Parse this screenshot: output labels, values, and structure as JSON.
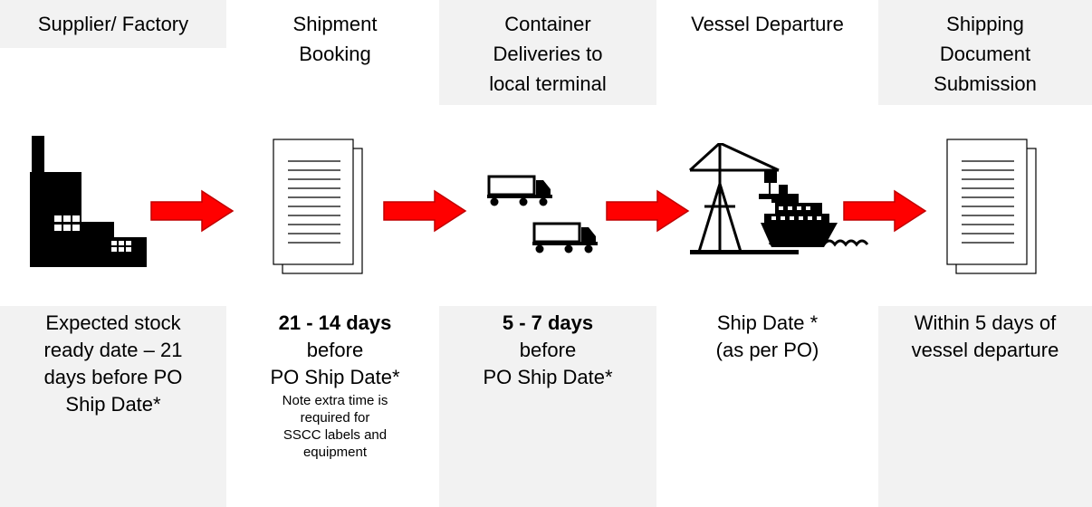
{
  "stages": [
    {
      "header": "Supplier/ Factory",
      "icon": "factory-icon",
      "body": [
        "Expected stock",
        "ready date – 21",
        "days before PO",
        "Ship Date*"
      ]
    },
    {
      "header_lines": [
        "Shipment",
        "Booking"
      ],
      "icon": "documents-icon",
      "body_bold": "21 - 14 days",
      "body": [
        "before",
        "PO Ship Date*"
      ],
      "note": [
        "Note extra time is",
        "required for",
        "SSCC labels and",
        "equipment"
      ]
    },
    {
      "header_lines": [
        "Container",
        "Deliveries to",
        "local terminal"
      ],
      "icon": "trucks-icon",
      "body_bold": "5 - 7 days",
      "body": [
        "before",
        "PO Ship Date*"
      ]
    },
    {
      "header": "Vessel Departure",
      "icon": "port-crane-ship-icon",
      "body": [
        "Ship Date *",
        "(as per PO)"
      ]
    },
    {
      "header_lines": [
        "Shipping",
        "Document",
        "Submission"
      ],
      "icon": "documents-icon",
      "body": [
        "Within 5 days of",
        "vessel departure"
      ]
    }
  ],
  "colors": {
    "box_fill": "#f2f2f2",
    "arrow_fill": "#ff0000",
    "arrow_stroke": "#c00000"
  },
  "arrow_icon": "right-arrow-icon"
}
